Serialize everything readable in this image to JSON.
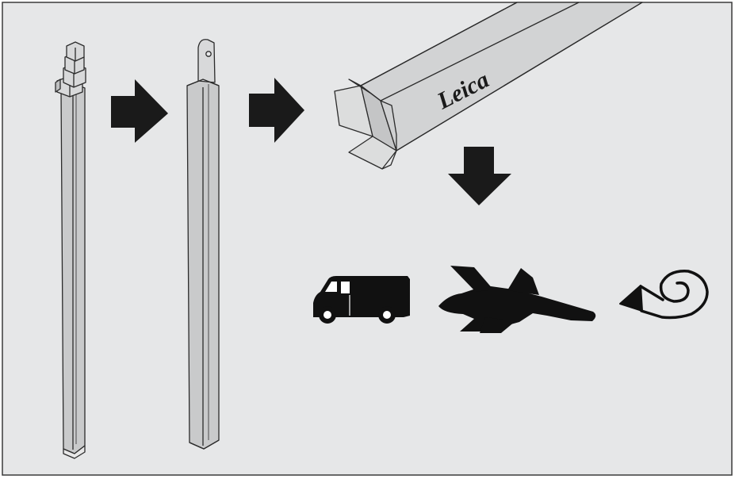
{
  "figure": {
    "background_color": "#e6e7e8",
    "border_color": "#3a3a3a",
    "outline_color": "#2b2b2b",
    "pole_fill": "#c9cacb",
    "box_fill": "#d2d3d4",
    "arrow_color": "#1a1a1a",
    "icon_color": "#111111",
    "steps": [
      {
        "name": "extended-pole",
        "icon": "telescopic-pole"
      },
      {
        "name": "collapsed-pole",
        "icon": "collapsed-pole"
      },
      {
        "name": "packed-in-box",
        "icon": "shipping-box"
      }
    ],
    "box_brand_text": "Leica",
    "shipping_methods": [
      {
        "name": "van",
        "icon": "delivery-van-icon"
      },
      {
        "name": "air",
        "icon": "airplane-icon"
      },
      {
        "name": "post",
        "icon": "post-horn-icon"
      }
    ]
  }
}
